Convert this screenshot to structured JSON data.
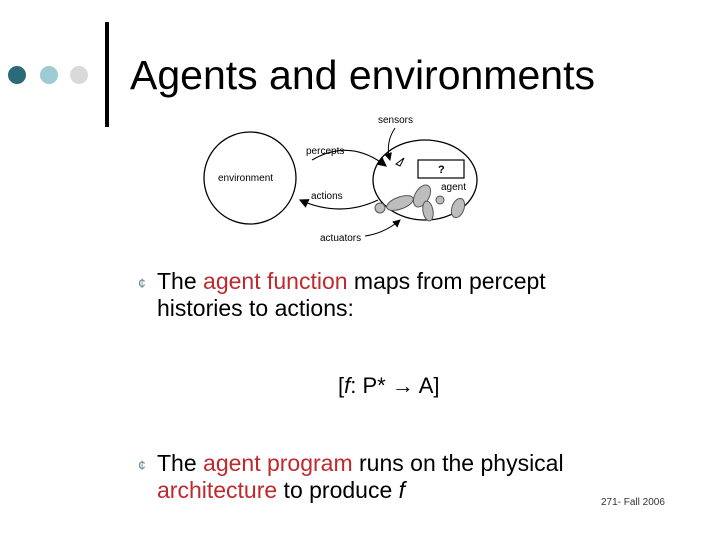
{
  "slide": {
    "title": "Agents and environments",
    "diagram": {
      "environment_label": "environment",
      "percepts_label": "percepts",
      "actions_label": "actions",
      "sensors_label": "sensors",
      "actuators_label": "actuators",
      "agent_label": "agent",
      "box_label": "?"
    },
    "bullets": [
      {
        "marker": "¢",
        "parts": [
          "The ",
          "agent function",
          " maps from percept",
          "histories to actions:"
        ]
      },
      {
        "marker": "¢",
        "parts": [
          "The ",
          "agent program",
          " runs on the physical",
          "architecture",
          " to produce ",
          "f"
        ]
      }
    ],
    "formula": {
      "open": "[",
      "f": "f",
      "rest": ": P* ",
      "arrow": "→",
      "end": " A]"
    },
    "footer": "271- Fall 2006",
    "colors": {
      "dot_dark": "#2b6a78",
      "dot_mid": "#9dcad3",
      "dot_light": "#d9d9d9",
      "highlight": "#c0282d"
    }
  }
}
